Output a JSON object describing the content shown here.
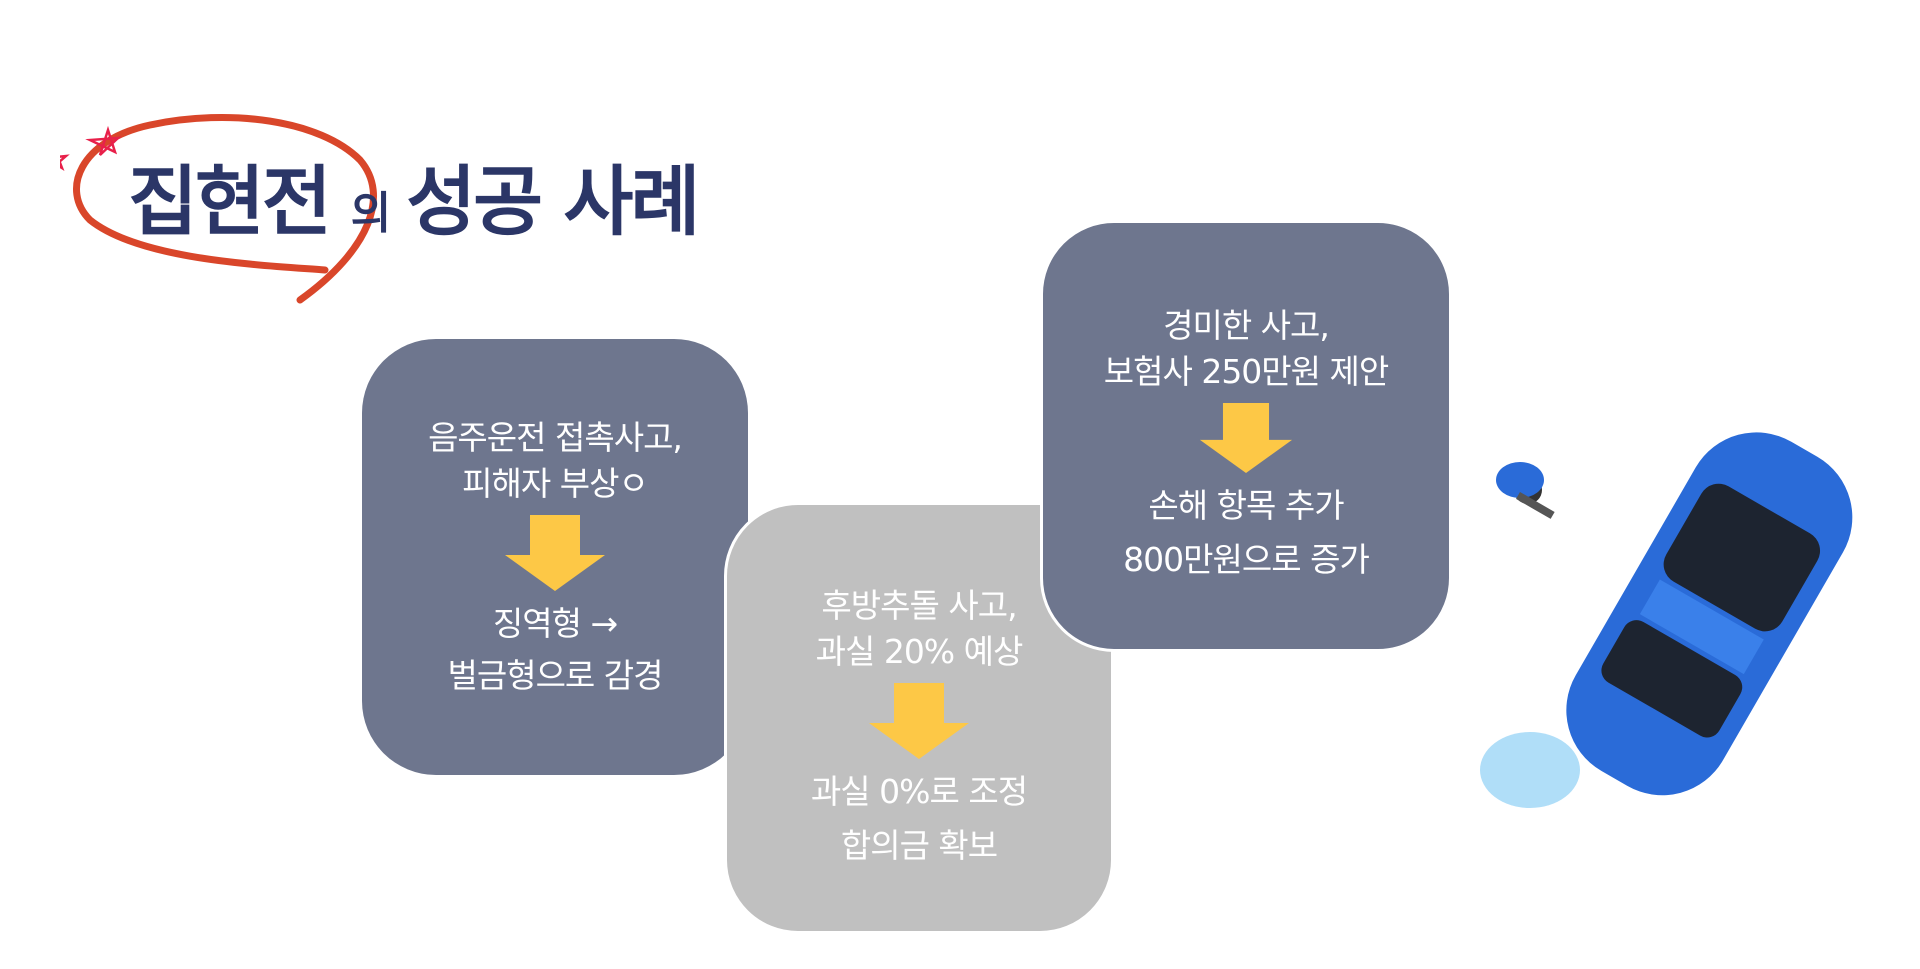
{
  "title": {
    "highlight": "집현전",
    "particle": "의",
    "rest": "성공 사례"
  },
  "cases": [
    {
      "before": [
        "음주운전 접촉사고,",
        "피해자 부상ㅇ"
      ],
      "after": [
        "징역형 →",
        "벌금형으로 감경"
      ]
    },
    {
      "before": [
        "후방추돌 사고,",
        "과실 20% 예상"
      ],
      "after": [
        "과실 0%로 조정",
        "합의금  확보"
      ]
    },
    {
      "before": [
        "경미한 사고,",
        "보험사 250만원 제안"
      ],
      "after": [
        "손해 항목 추가",
        "800만원으로 증가"
      ]
    }
  ],
  "colors": {
    "title": "#2b3667",
    "card_dark": "#6e768e",
    "card_grey": "#c0c0c0",
    "arrow": "#fdc846",
    "circle": "#d9462a",
    "stars": "#e8204a",
    "car": "#2a6bd8"
  }
}
